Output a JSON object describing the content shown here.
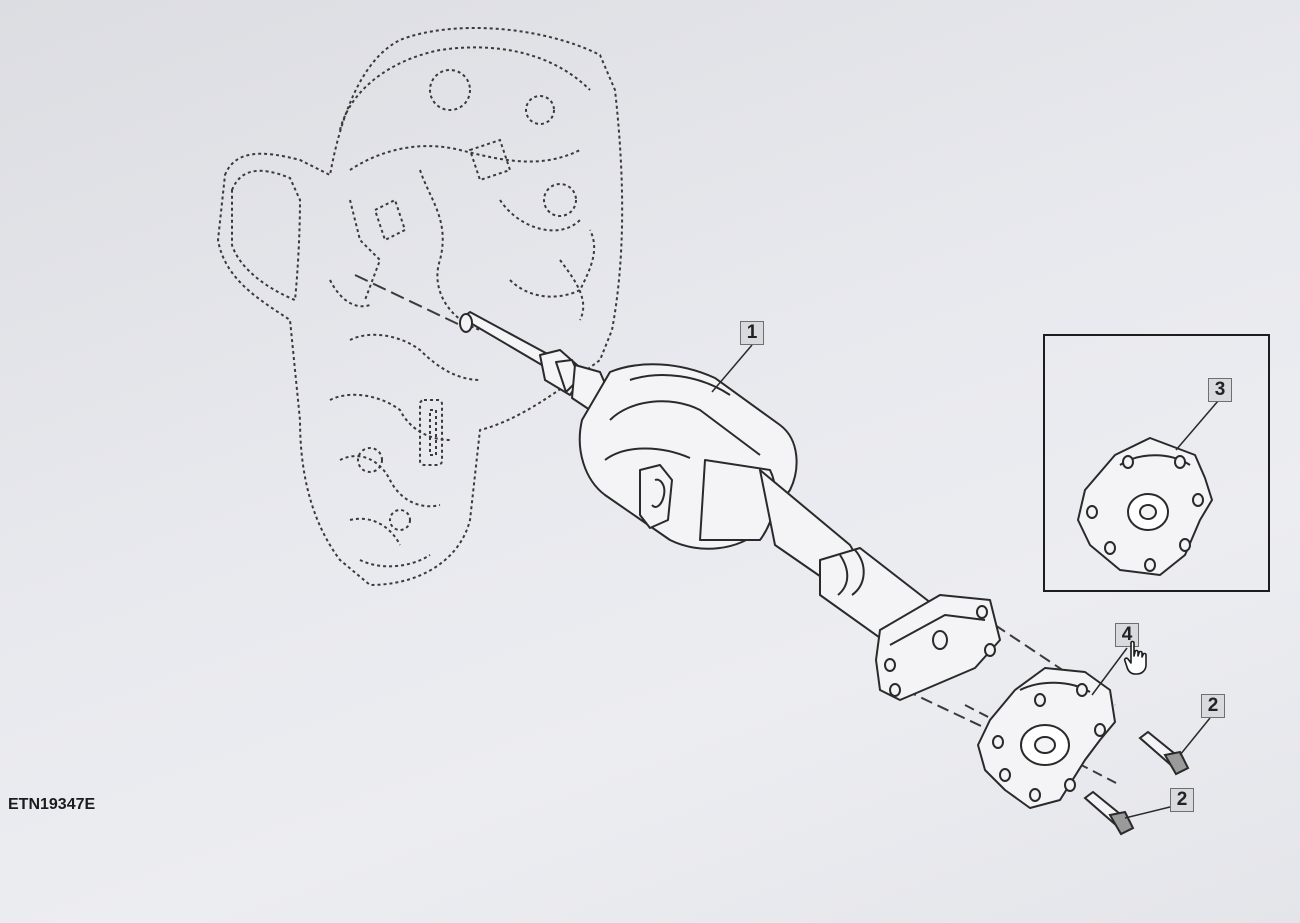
{
  "figure": {
    "id": "ETN19347E"
  },
  "callouts": [
    {
      "key": "shaft-assembly",
      "label": "1"
    },
    {
      "key": "cap-screw-upper",
      "label": "2"
    },
    {
      "key": "cap-screw-lower",
      "label": "2"
    },
    {
      "key": "coupler-inset",
      "label": "3"
    },
    {
      "key": "coupler",
      "label": "4"
    }
  ],
  "colors": {
    "line": "#2a2a2a",
    "dashed_line": "#3a3a3a",
    "background": "#e6e7eb",
    "callout_fill": "#d9dadd"
  }
}
